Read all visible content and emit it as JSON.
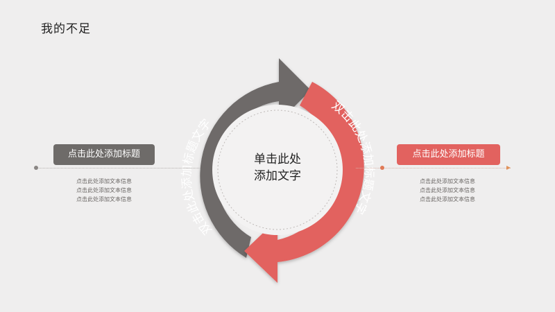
{
  "slide": {
    "title": "我的不足",
    "center_text": [
      "单击此处",
      "添加文字"
    ],
    "left": {
      "label": "点击此处添加标题",
      "arc_text": "双击此处添加标题文字",
      "desc": [
        "点击此处添加文本信息",
        "点击此处添加文本信息",
        "点击此处添加文本信息"
      ]
    },
    "right": {
      "label": "点击此处添加标题",
      "arc_text": "双击此处添加标题文字",
      "desc": [
        "点击此处添加文本信息",
        "点击此处添加文本信息",
        "点击此处添加文本信息"
      ]
    }
  },
  "colors": {
    "background": "#efeeee",
    "gray_arrow": "#6e6b69",
    "red_arrow": "#e2625f",
    "arc_text": "#ffffff"
  }
}
